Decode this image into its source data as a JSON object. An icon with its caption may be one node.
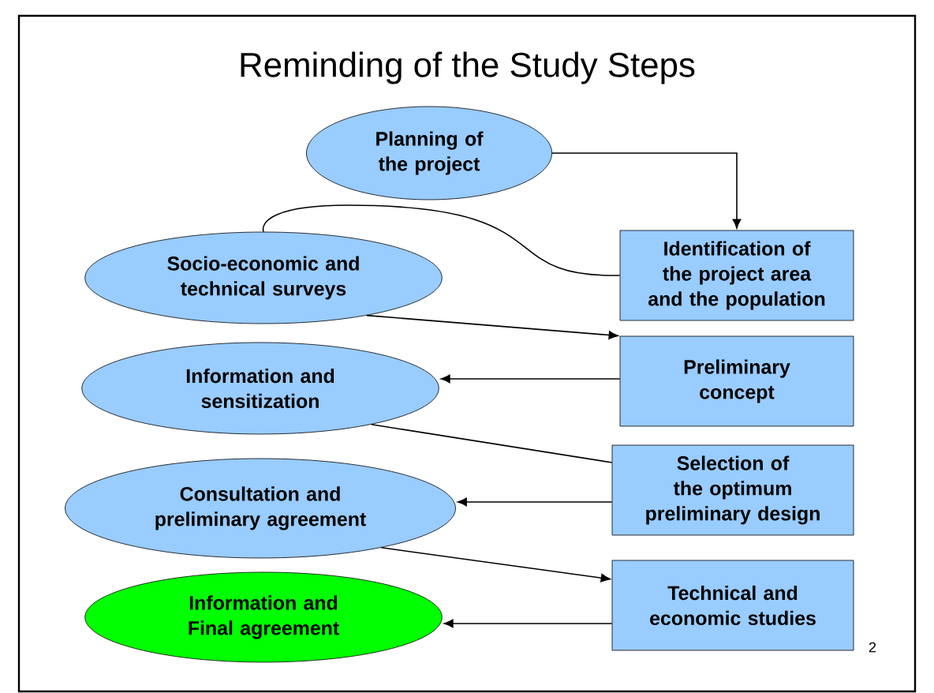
{
  "diagram": {
    "title": "Reminding of the Study Steps",
    "nodes": [
      {
        "text": [
          "Planning of the project"
        ]
      },
      {
        "text": [
          "Identification of the project area and the population"
        ]
      },
      {
        "text": [
          "Socio-economic and technical surveys"
        ]
      },
      {
        "text": [
          "Preliminary concept"
        ]
      },
      {
        "text": [
          "Information and sensitization"
        ]
      },
      {
        "text": [
          "Selection of the optimum preliminary design"
        ]
      },
      {
        "text": [
          "Consultation and preliminary agreement"
        ]
      },
      {
        "text": [
          "Technical and economic studies"
        ]
      },
      {
        "text": [
          "Information and Final agreement"
        ]
      }
    ],
    "edges": [
      {
        "from": 0,
        "to": 1,
        "arrow": "to"
      },
      {
        "from": 1,
        "to": 2,
        "arrow": "none"
      },
      {
        "from": 2,
        "to": 3,
        "arrow": "to"
      },
      {
        "from": 3,
        "to": 4,
        "arrow": "to"
      },
      {
        "from": 4,
        "to": 5,
        "arrow": "none"
      },
      {
        "from": 5,
        "to": 6,
        "arrow": "to"
      },
      {
        "from": 6,
        "to": 7,
        "arrow": "to"
      },
      {
        "from": 7,
        "to": 8,
        "arrow": "to"
      }
    ],
    "labels": [
      "2"
    ]
  }
}
